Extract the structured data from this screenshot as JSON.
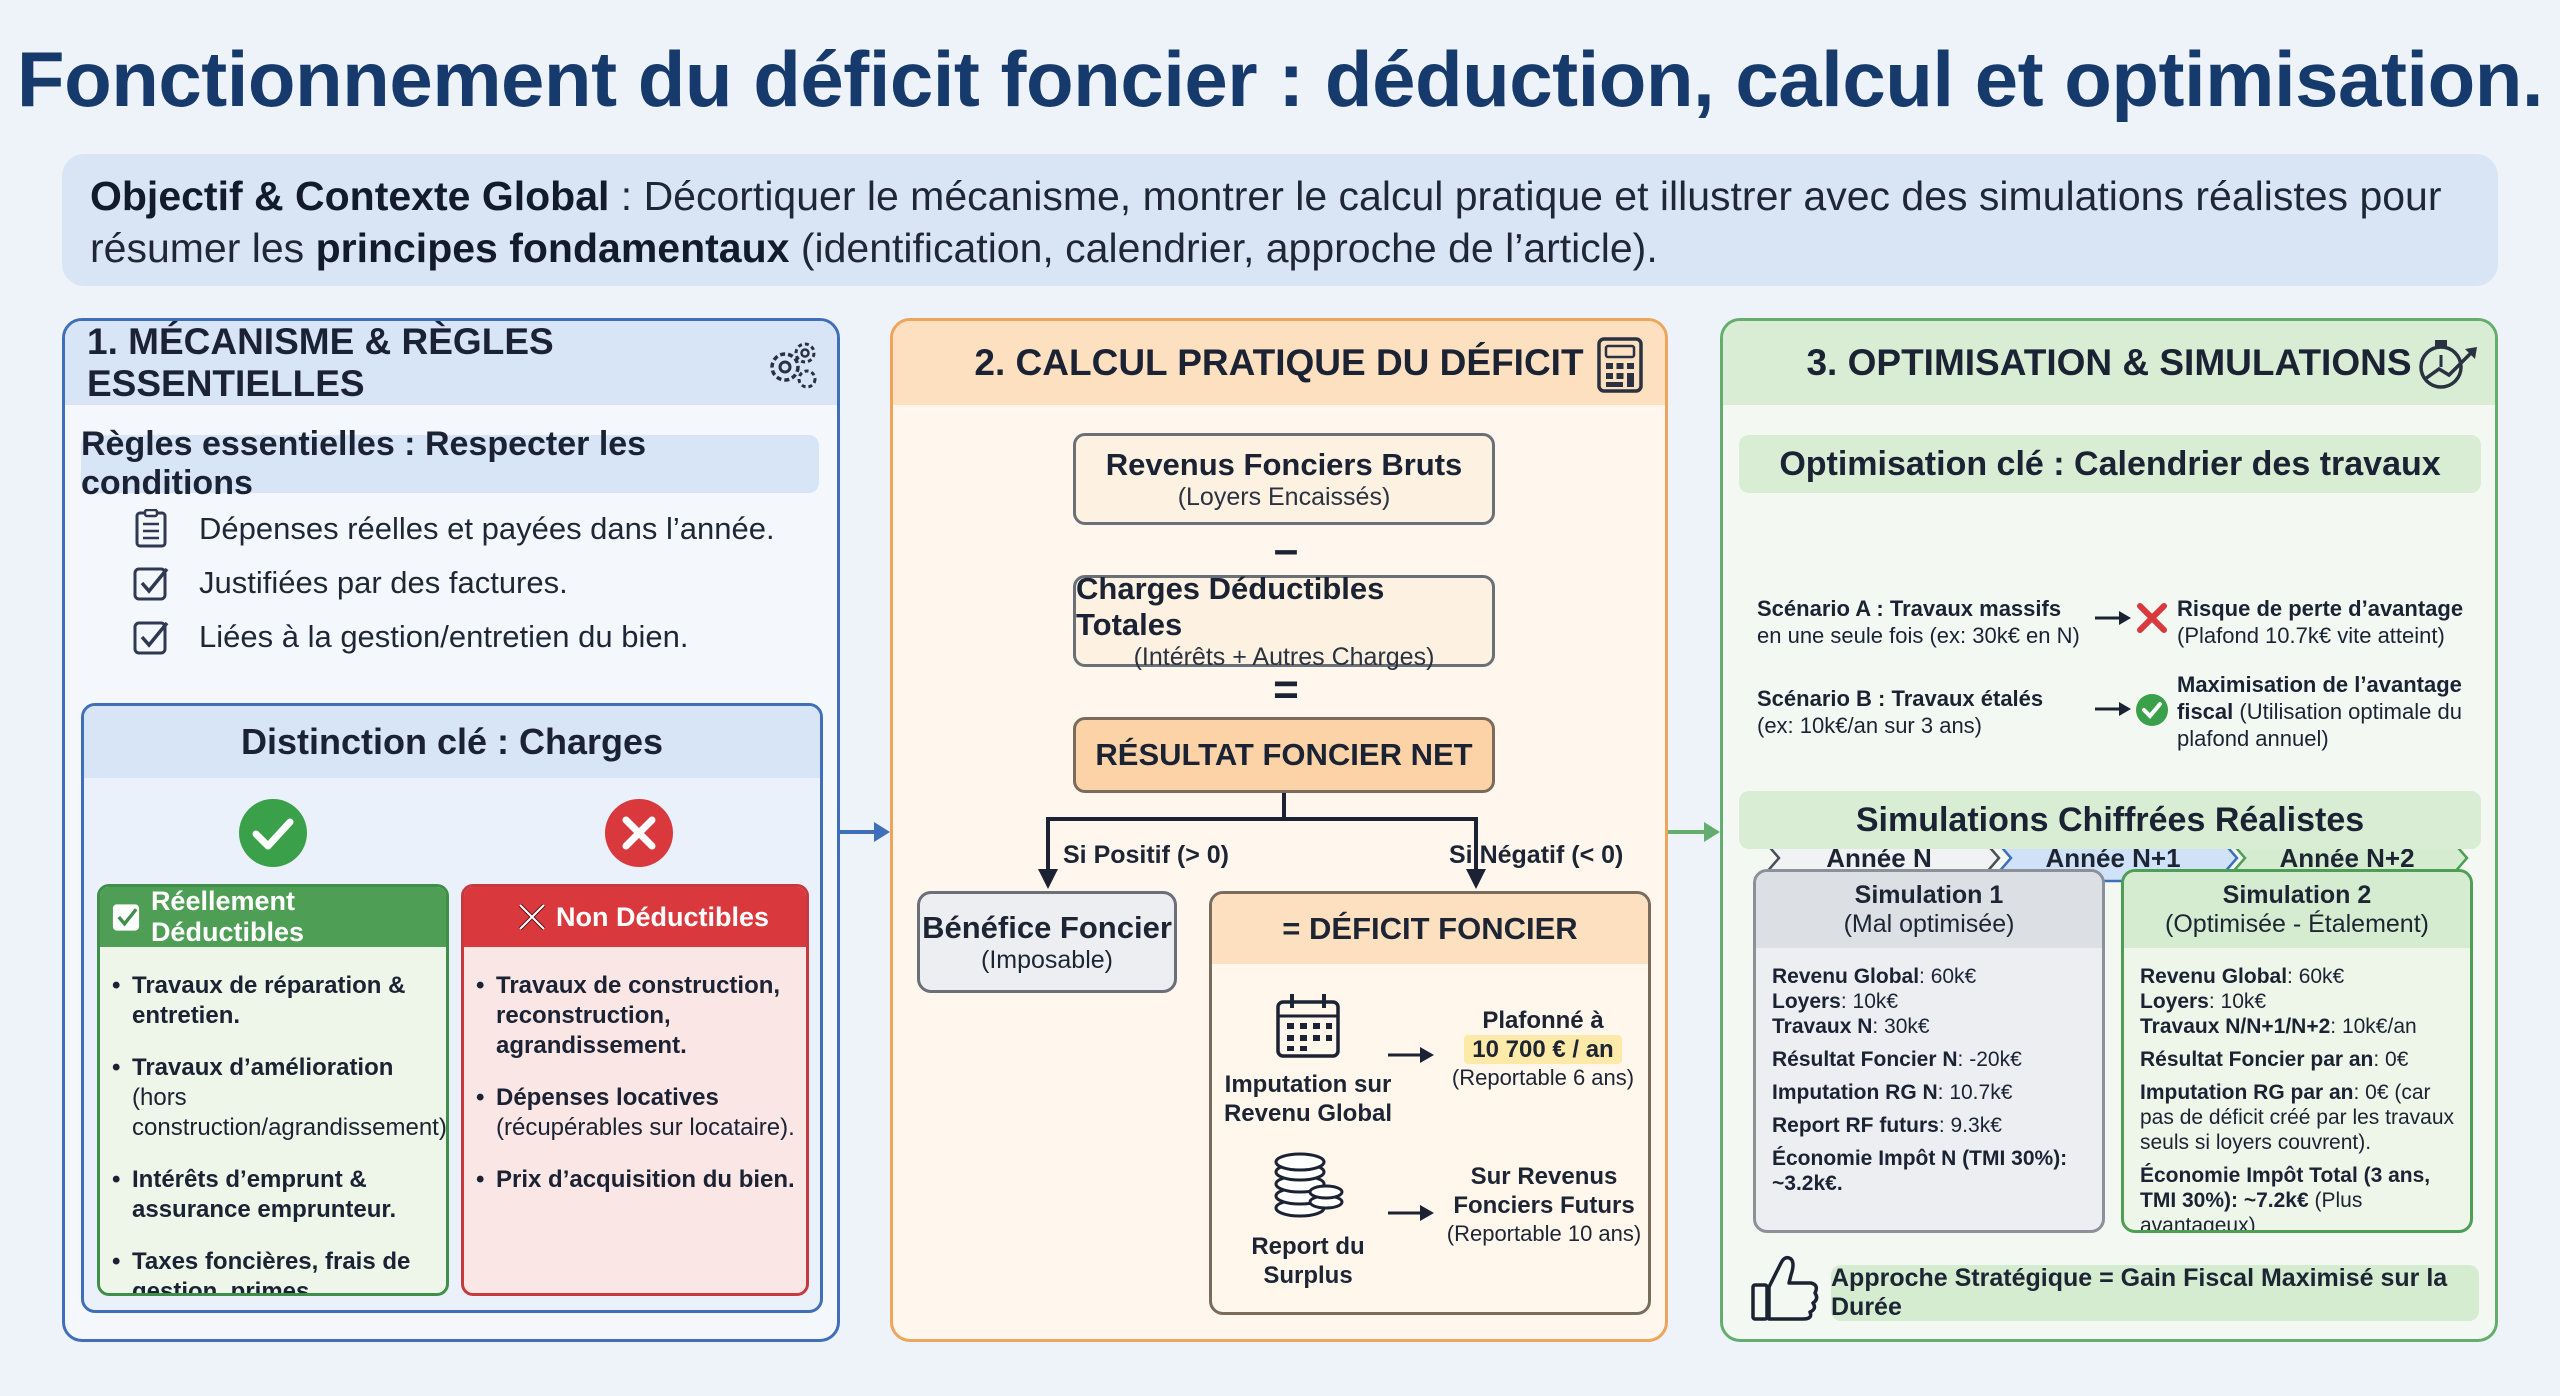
{
  "title": "Fonctionnement du déficit foncier : déduction, calcul et optimisation.",
  "objective": {
    "label": "Objectif & Contexte Global",
    "text_1": " : Décortiquer le mécanisme, montrer le calcul pratique et illustrer avec des simulations réalistes pour résumer les ",
    "strong": "principes fondamentaux",
    "text_2": " (identification, calendrier, approche de l’article)."
  },
  "panel1": {
    "heading": "1. MÉCANISME & RÈGLES ESSENTIELLES",
    "rules_title": "Règles essentielles : Respecter les conditions",
    "rules": [
      "Dépenses réelles et payées dans l’année.",
      "Justifiées par des factures.",
      "Liées à la gestion/entretien du bien."
    ],
    "distinction_title": "Distinction clé : Charges",
    "deductible": {
      "title": "Réellement Déductibles",
      "items": [
        {
          "bold": "Travaux de réparation & entretien.",
          "rest": ""
        },
        {
          "bold": "Travaux d’amélioration",
          "rest": " (hors construction/agrandissement)."
        },
        {
          "bold": "Intérêts d’emprunt & assurance emprunteur.",
          "rest": ""
        },
        {
          "bold": "Taxes foncières, frais de gestion, primes d’assurance.",
          "rest": ""
        }
      ]
    },
    "non_deductible": {
      "title": "Non Déductibles",
      "items": [
        {
          "bold": "Travaux de construction, reconstruction, agrandissement.",
          "rest": ""
        },
        {
          "bold": "Dépenses locatives",
          "rest": " (récupérables sur locataire)."
        },
        {
          "bold": "Prix d’acquisition du bien.",
          "rest": ""
        }
      ]
    }
  },
  "panel2": {
    "heading": "2. CALCUL PRATIQUE DU DÉFICIT",
    "gross": {
      "title": "Revenus Fonciers Bruts",
      "sub": "(Loyers Encaissés)"
    },
    "minus": "–",
    "charges": {
      "title": "Charges Déductibles Totales",
      "sub": "(Intérêts + Autres Charges)"
    },
    "equals": "=",
    "net": "RÉSULTAT FONCIER NET",
    "positive": "Si Positif (> 0)",
    "negative": "Si Négatif (< 0)",
    "benefit": {
      "title": "Bénéfice Foncier",
      "sub": "(Imposable)"
    },
    "deficit": {
      "title": "= DÉFICIT FONCIER",
      "imputation_label": "Imputation sur Revenu Global",
      "cap_prefix": "Plafonné à",
      "cap_value": "10 700 € / an",
      "cap_note": "(Reportable 6 ans)",
      "report_label": "Report du Surplus",
      "future_title": "Sur Revenus Fonciers Futurs",
      "future_note": "(Reportable 10 ans)"
    }
  },
  "panel3": {
    "heading": "3. OPTIMISATION & SIMULATIONS",
    "calendar_title": "Optimisation clé : Calendrier des travaux",
    "years": [
      "Année N",
      "Année N+1",
      "Année N+2"
    ],
    "scenario_a": {
      "title": "Scénario A : Travaux massifs",
      "detail": "en une seule fois (ex: 30k€ en N)",
      "outcome_bold": "Risque de perte d’avantage",
      "outcome_rest": "(Plafond 10.7k€ vite atteint)"
    },
    "scenario_b": {
      "title": "Scénario B : Travaux étalés",
      "detail": "(ex: 10k€/an sur 3 ans)",
      "outcome_bold": "Maximisation de l’avantage fiscal",
      "outcome_rest": " (Utilisation optimale du plafond annuel)"
    },
    "simulations_title": "Simulations Chiffrées Réalistes",
    "sim1": {
      "title": "Simulation 1",
      "sub": "(Mal optimisée)",
      "lines": [
        {
          "label": "Revenu Global",
          "value": ": 60k€"
        },
        {
          "label": "Loyers",
          "value": ": 10k€"
        },
        {
          "label": "Travaux N",
          "value": ": 30k€"
        },
        {
          "label": "Résultat Foncier N",
          "value": ": -20k€"
        },
        {
          "label": "Imputation RG N",
          "value": ": 10.7k€"
        },
        {
          "label": "Report RF futurs",
          "value": ": 9.3k€"
        },
        {
          "label": "Économie Impôt N (TMI 30%): ~3.2k€.",
          "value": ""
        }
      ]
    },
    "sim2": {
      "title": "Simulation 2",
      "sub": "(Optimisée - Étalement)",
      "lines": [
        {
          "label": "Revenu Global",
          "value": ": 60k€"
        },
        {
          "label": "Loyers",
          "value": ": 10k€"
        },
        {
          "label": "Travaux N/N+1/N+2",
          "value": ": 10k€/an"
        },
        {
          "label": "Résultat Foncier par an",
          "value": ": 0€"
        },
        {
          "label": "Imputation RG par an",
          "value": ": 0€ (car pas de déficit créé par les travaux seuls si loyers couvrent)."
        },
        {
          "label": "Économie Impôt Total (3 ans, TMI 30%): ~7.2k€",
          "value": " (Plus avantageux)"
        }
      ]
    },
    "conclusion": "Approche Stratégique = Gain Fiscal Maximisé sur la Durée"
  },
  "colors": {
    "title": "#163a6b",
    "blue": "#3e6fb8",
    "orange": "#eea45b",
    "green": "#63ae6e",
    "red": "#d9383d",
    "check_green": "#3aa049"
  }
}
